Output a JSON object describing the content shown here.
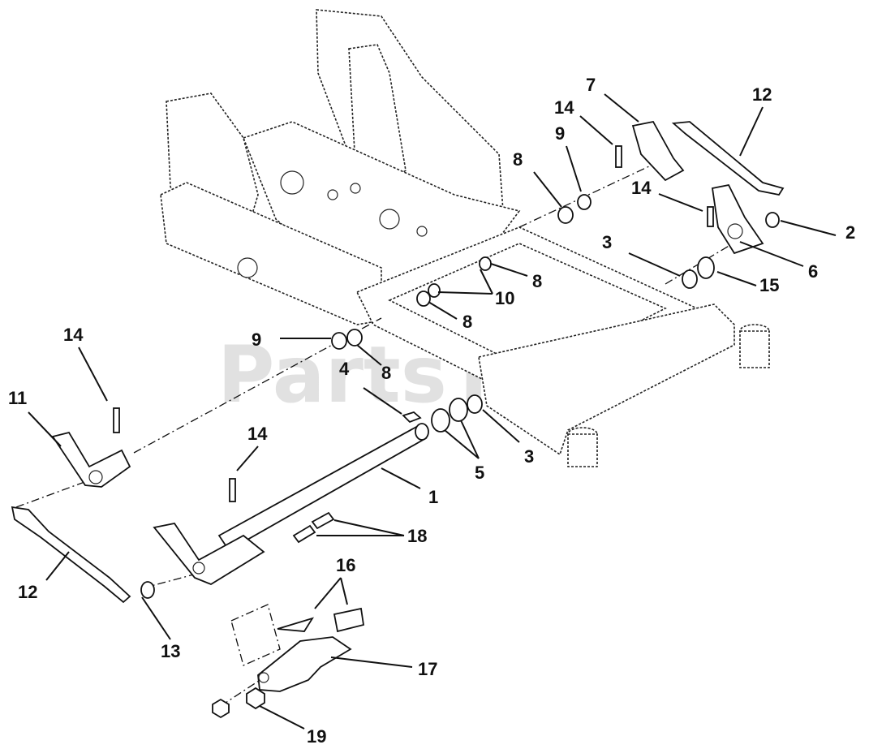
{
  "watermark": "PartsTree",
  "callouts": [
    {
      "id": "c1",
      "label": "1"
    },
    {
      "id": "c2",
      "label": "2"
    },
    {
      "id": "c3a",
      "label": "3"
    },
    {
      "id": "c3b",
      "label": "3"
    },
    {
      "id": "c4",
      "label": "4"
    },
    {
      "id": "c5",
      "label": "5"
    },
    {
      "id": "c6",
      "label": "6"
    },
    {
      "id": "c7",
      "label": "7"
    },
    {
      "id": "c8a",
      "label": "8"
    },
    {
      "id": "c8b",
      "label": "8"
    },
    {
      "id": "c8c",
      "label": "8"
    },
    {
      "id": "c8d",
      "label": "8"
    },
    {
      "id": "c9a",
      "label": "9"
    },
    {
      "id": "c9b",
      "label": "9"
    },
    {
      "id": "c10",
      "label": "10"
    },
    {
      "id": "c11",
      "label": "11"
    },
    {
      "id": "c12a",
      "label": "12"
    },
    {
      "id": "c12b",
      "label": "12"
    },
    {
      "id": "c13",
      "label": "13"
    },
    {
      "id": "c14a",
      "label": "14"
    },
    {
      "id": "c14b",
      "label": "14"
    },
    {
      "id": "c14c",
      "label": "14"
    },
    {
      "id": "c14d",
      "label": "14"
    },
    {
      "id": "c15",
      "label": "15"
    },
    {
      "id": "c16",
      "label": "16"
    },
    {
      "id": "c17",
      "label": "17"
    },
    {
      "id": "c18",
      "label": "18"
    },
    {
      "id": "c19",
      "label": "19"
    }
  ]
}
